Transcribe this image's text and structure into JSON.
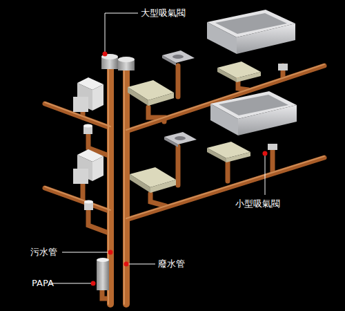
{
  "diagram": {
    "labels": [
      "大型吸氣閥",
      "小型吸氣閥",
      "污水管",
      "廢水管",
      "PAPA"
    ]
  }
}
